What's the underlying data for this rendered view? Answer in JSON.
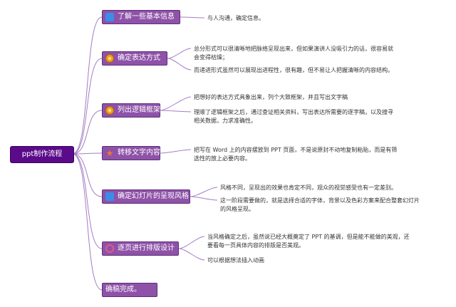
{
  "root": "ppt制作流程",
  "topics": [
    {
      "label": "了解一些基本信息",
      "icon": "square-icon",
      "notes": [
        "与人沟通，确定信息。"
      ]
    },
    {
      "label": "确定表达方式",
      "icon": "badge-icon",
      "notes": [
        "总分形式可以很清晰地把脉络呈现出来，但如果演讲人没吸引力的话，很容易就",
        "会变得枯燥；",
        "而递进形式虽然可以展现出进程性，很有趣，但不易让人把握清晰的内容结构。"
      ]
    },
    {
      "label": "列出逻辑框架",
      "icon": "badge-icon",
      "notes": [
        "把想好的表达方式具象出来，列个大致框架，并且写出文字稿",
        "理顺了逻辑框架之后，通过查证相关资料，写出表达所需要的逐字稿，以及搜寻",
        "相关数据，力求准确性。"
      ]
    },
    {
      "label": "转移文字内容",
      "icon": "star-icon",
      "notes": [
        "把写在 Word 上的内容摆放到 PPT 页面，不是说原封不动地复制粘贴，而是有筛",
        "选性的放上必要内容。"
      ]
    },
    {
      "label": "确定幻灯片的呈现风格",
      "icon": "square-icon",
      "notes": [
        "风格不同，呈现出的效果也肯定不同，观众的视觉感受也有一定差别。",
        "这一阶段需要做的，就是选择合适的字体，背景以及色彩方案来配合整套幻灯片",
        "的风格呈现。"
      ]
    },
    {
      "label": "逐页进行排版设计",
      "icon": "ring-icon",
      "notes": [
        "当风格确定之后，虽然说已经大概奠定了 PPT 的基调，但是能不能做的美观，还",
        "要看每一页具体内容的排版是否美观。",
        "可以根据想法插入动画"
      ]
    },
    {
      "label": "确稿完成。",
      "icon": "none",
      "notes": []
    }
  ],
  "colors": {
    "root_bg": "#5b0a8a",
    "topic_bg": "#8e52a8",
    "line": "#a37cc4"
  }
}
